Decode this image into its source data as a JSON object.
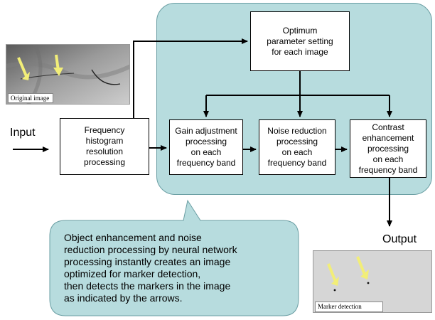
{
  "images": {
    "original_caption": "Original image",
    "marker_caption": "Marker detection"
  },
  "labels": {
    "input": "Input",
    "output": "Output"
  },
  "boxes": {
    "optimum": "Optimum\nparameter setting\nfor each image",
    "frequency": "Frequency\nhistogram\nresolution\nprocessing",
    "gain": "Gain adjustment\nprocessing\non each\nfrequency band",
    "noise": "Noise reduction\nprocessing\non each\nfrequency band",
    "contrast": "Contrast\nenhancement\nprocessing\non each\nfrequency band"
  },
  "callout": {
    "text": "Object enhancement and noise\nreduction processing by neural network\nprocessing instantly creates an image\noptimized for marker detection,\nthen detects the markers in the image\nas indicated by the arrows."
  },
  "colors": {
    "panel": "#b7dcde",
    "panel_border": "#6a9ea3",
    "marker_arrow": "#f2ee78"
  }
}
